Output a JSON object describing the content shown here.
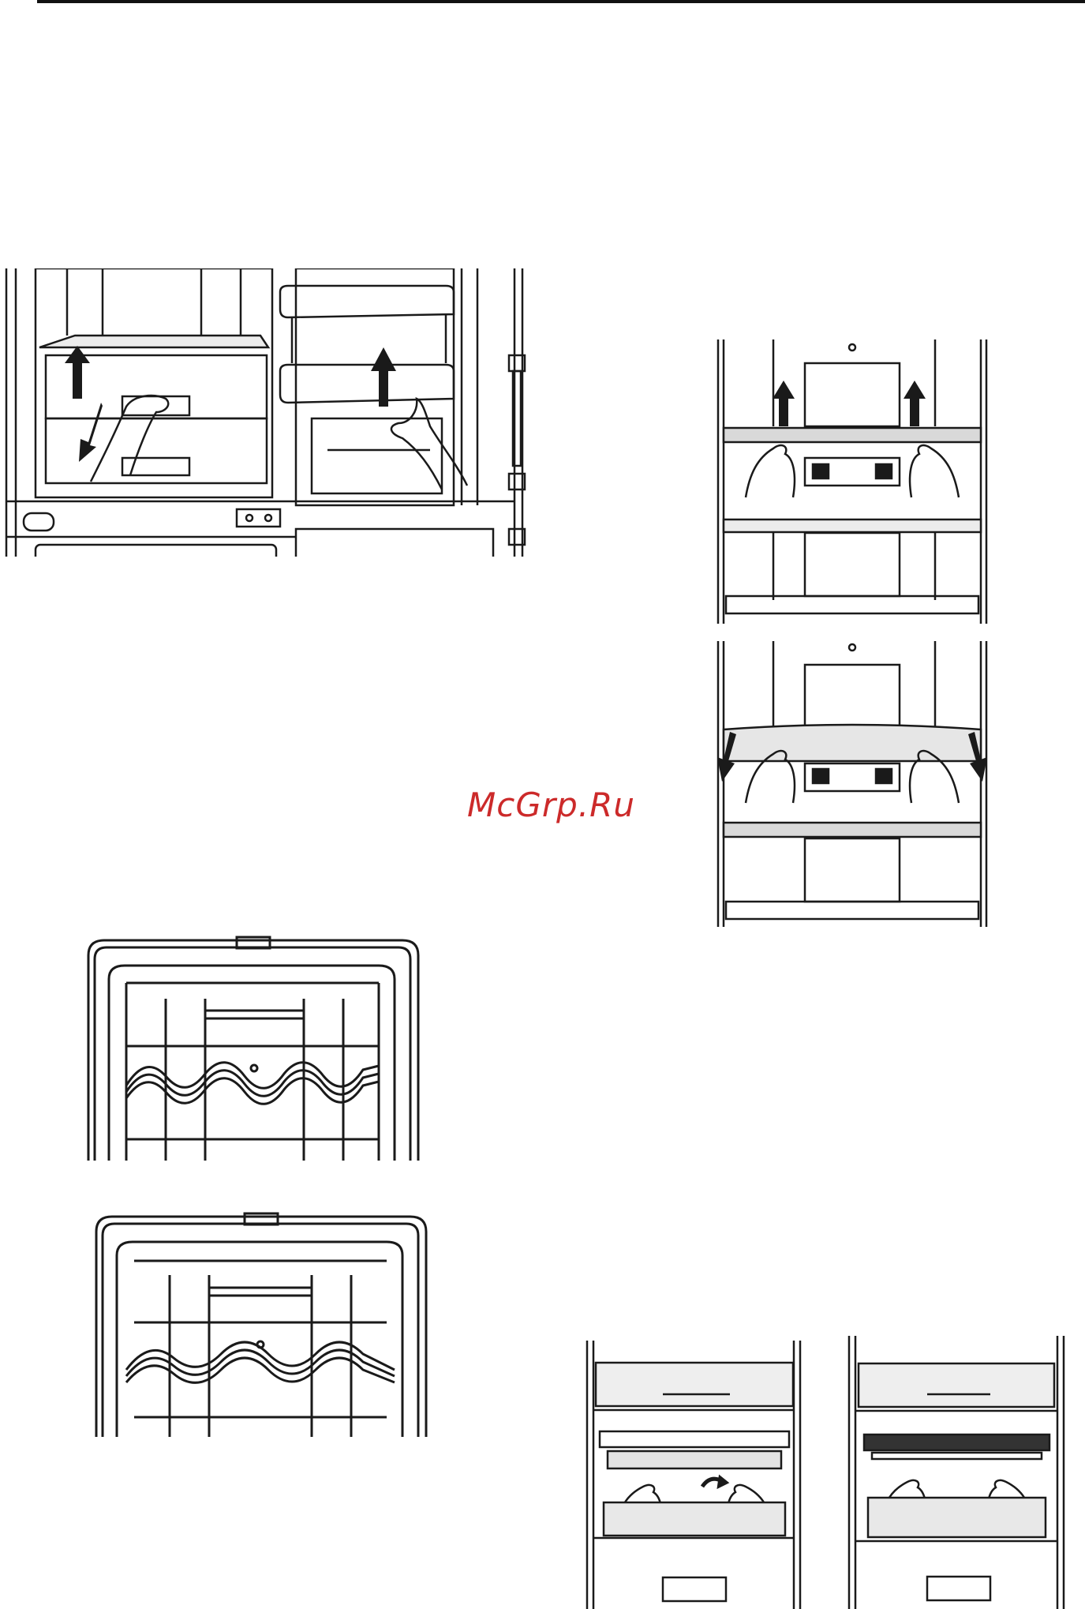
{
  "watermark": {
    "text": "McGrp.Ru",
    "color": "#cc2a2a"
  },
  "figures": [
    {
      "id": "drawer-removal",
      "description_icon": "fridge-drawer-and-door-shelf-removal-illustration"
    },
    {
      "id": "shelf-lift",
      "description_icon": "shelf-lift-illustration"
    },
    {
      "id": "shelf-lower",
      "description_icon": "shelf-lower-illustration"
    },
    {
      "id": "wine-rack-upper",
      "description_icon": "wine-rack-position-upper-illustration"
    },
    {
      "id": "wine-rack-lower",
      "description_icon": "wine-rack-position-lower-illustration"
    },
    {
      "id": "crisper-flip",
      "description_icon": "crisper-cover-flip-illustration"
    },
    {
      "id": "crisper-insert",
      "description_icon": "crisper-cover-insert-illustration"
    }
  ],
  "colors": {
    "line": "#1a1a1a",
    "shelf_fill": "#d9d9d9",
    "panel_fill": "#ececec"
  }
}
